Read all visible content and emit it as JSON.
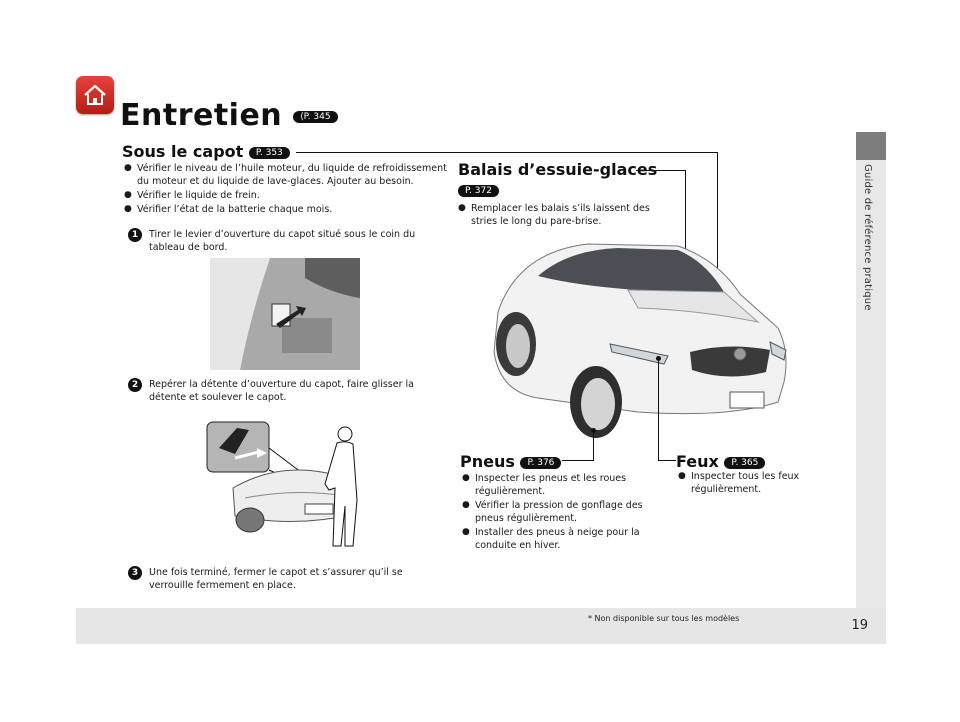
{
  "page": {
    "title": "Entretien",
    "title_ref": "P. 345",
    "sidebar_label": "Guide de référence pratique",
    "page_number": "19",
    "footnote": "* Non disponible sur tous les modèles",
    "home_icon": "home-icon"
  },
  "sous_capot": {
    "title": "Sous le capot",
    "ref": "P. 353",
    "bullets": [
      "Vérifier le niveau de l’huile moteur, du liquide de refroidissement du moteur et du liquide de lave-glaces. Ajouter au besoin.",
      "Vérifier le liquide de frein.",
      "Vérifier l’état de la batterie chaque mois."
    ],
    "steps": [
      {
        "num": "1",
        "text": "Tirer le levier d’ouverture du capot situé sous le coin du tableau de bord."
      },
      {
        "num": "2",
        "text": "Repérer la détente d’ouverture du capot, faire glisser la détente et soulever le capot."
      },
      {
        "num": "3",
        "text": "Une fois terminé, fermer le capot et s’assurer qu’il se verrouille fermement en place."
      }
    ]
  },
  "balais": {
    "title": "Balais d’essuie-glaces",
    "ref": "P. 372",
    "bullets": [
      "Remplacer les balais s’ils laissent des stries le long du pare-brise."
    ]
  },
  "pneus": {
    "title": "Pneus",
    "ref": "P. 376",
    "bullets": [
      "Inspecter les pneus et les roues régulièrement.",
      "Vérifier la pression de gonflage des pneus régulièrement.",
      "Installer des pneus à neige pour la conduite en hiver."
    ]
  },
  "feux": {
    "title": "Feux",
    "ref": "P. 365",
    "bullets": [
      "Inspecter tous les feux régulièrement."
    ]
  }
}
